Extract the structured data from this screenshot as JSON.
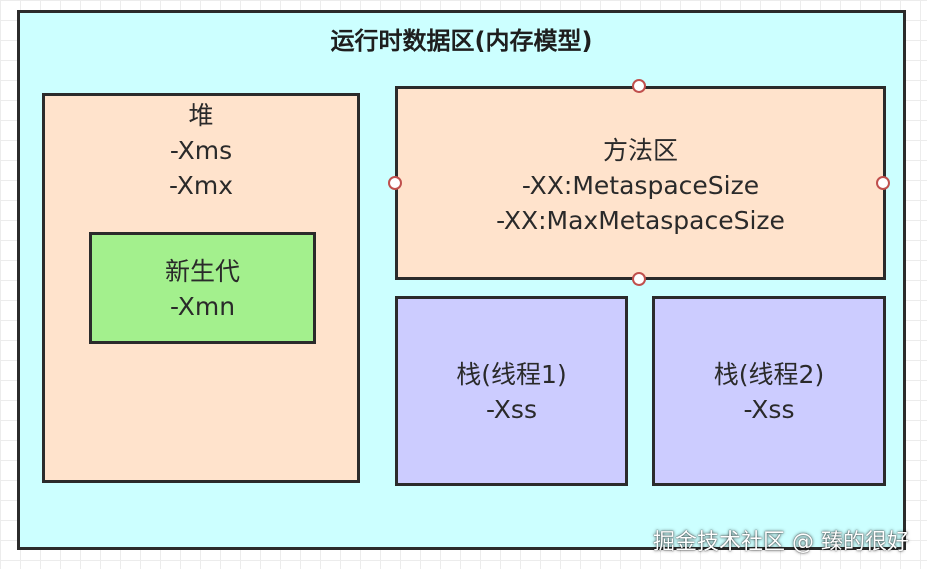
{
  "diagram": {
    "title": "运行时数据区(内存模型)",
    "heap": {
      "lines": [
        "堆",
        "-Xms",
        "-Xmx"
      ],
      "young_gen": {
        "lines": [
          "新生代",
          "-Xmn"
        ]
      }
    },
    "method_area": {
      "lines": [
        "方法区",
        "-XX:MetaspaceSize",
        "-XX:MaxMetaspaceSize"
      ]
    },
    "stacks": [
      {
        "lines": [
          "栈(线程1)",
          "-Xss"
        ]
      },
      {
        "lines": [
          "栈(线程2)",
          "-Xss"
        ]
      }
    ]
  },
  "watermark": "掘金技术社区 @ 臻的很好",
  "colors": {
    "region_bg": "#ccffff",
    "heap_bg": "#ffe3cc",
    "young_bg": "#a3f08d",
    "method_bg": "#ffe3cc",
    "stack_bg": "#ccccff",
    "border": "#2b2b2b",
    "handle_border": "#c0504d"
  }
}
